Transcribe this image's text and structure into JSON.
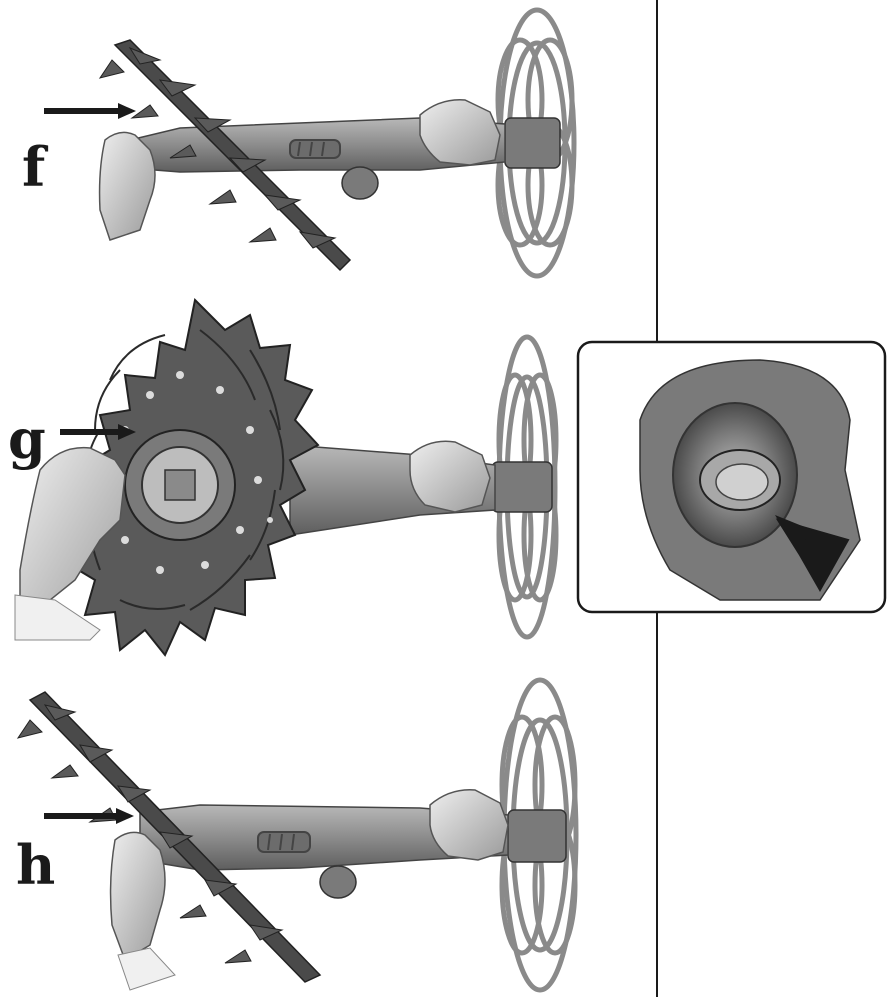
{
  "steps": [
    {
      "letter": "f"
    },
    {
      "letter": "g"
    },
    {
      "letter": "h"
    }
  ],
  "colors": {
    "ink": "#1a1a1a",
    "body_gray": "#8a8a8a",
    "disc_gray": "#5a5a5a",
    "light_gray": "#cfcfcf",
    "skin": "#d9d9d9"
  }
}
